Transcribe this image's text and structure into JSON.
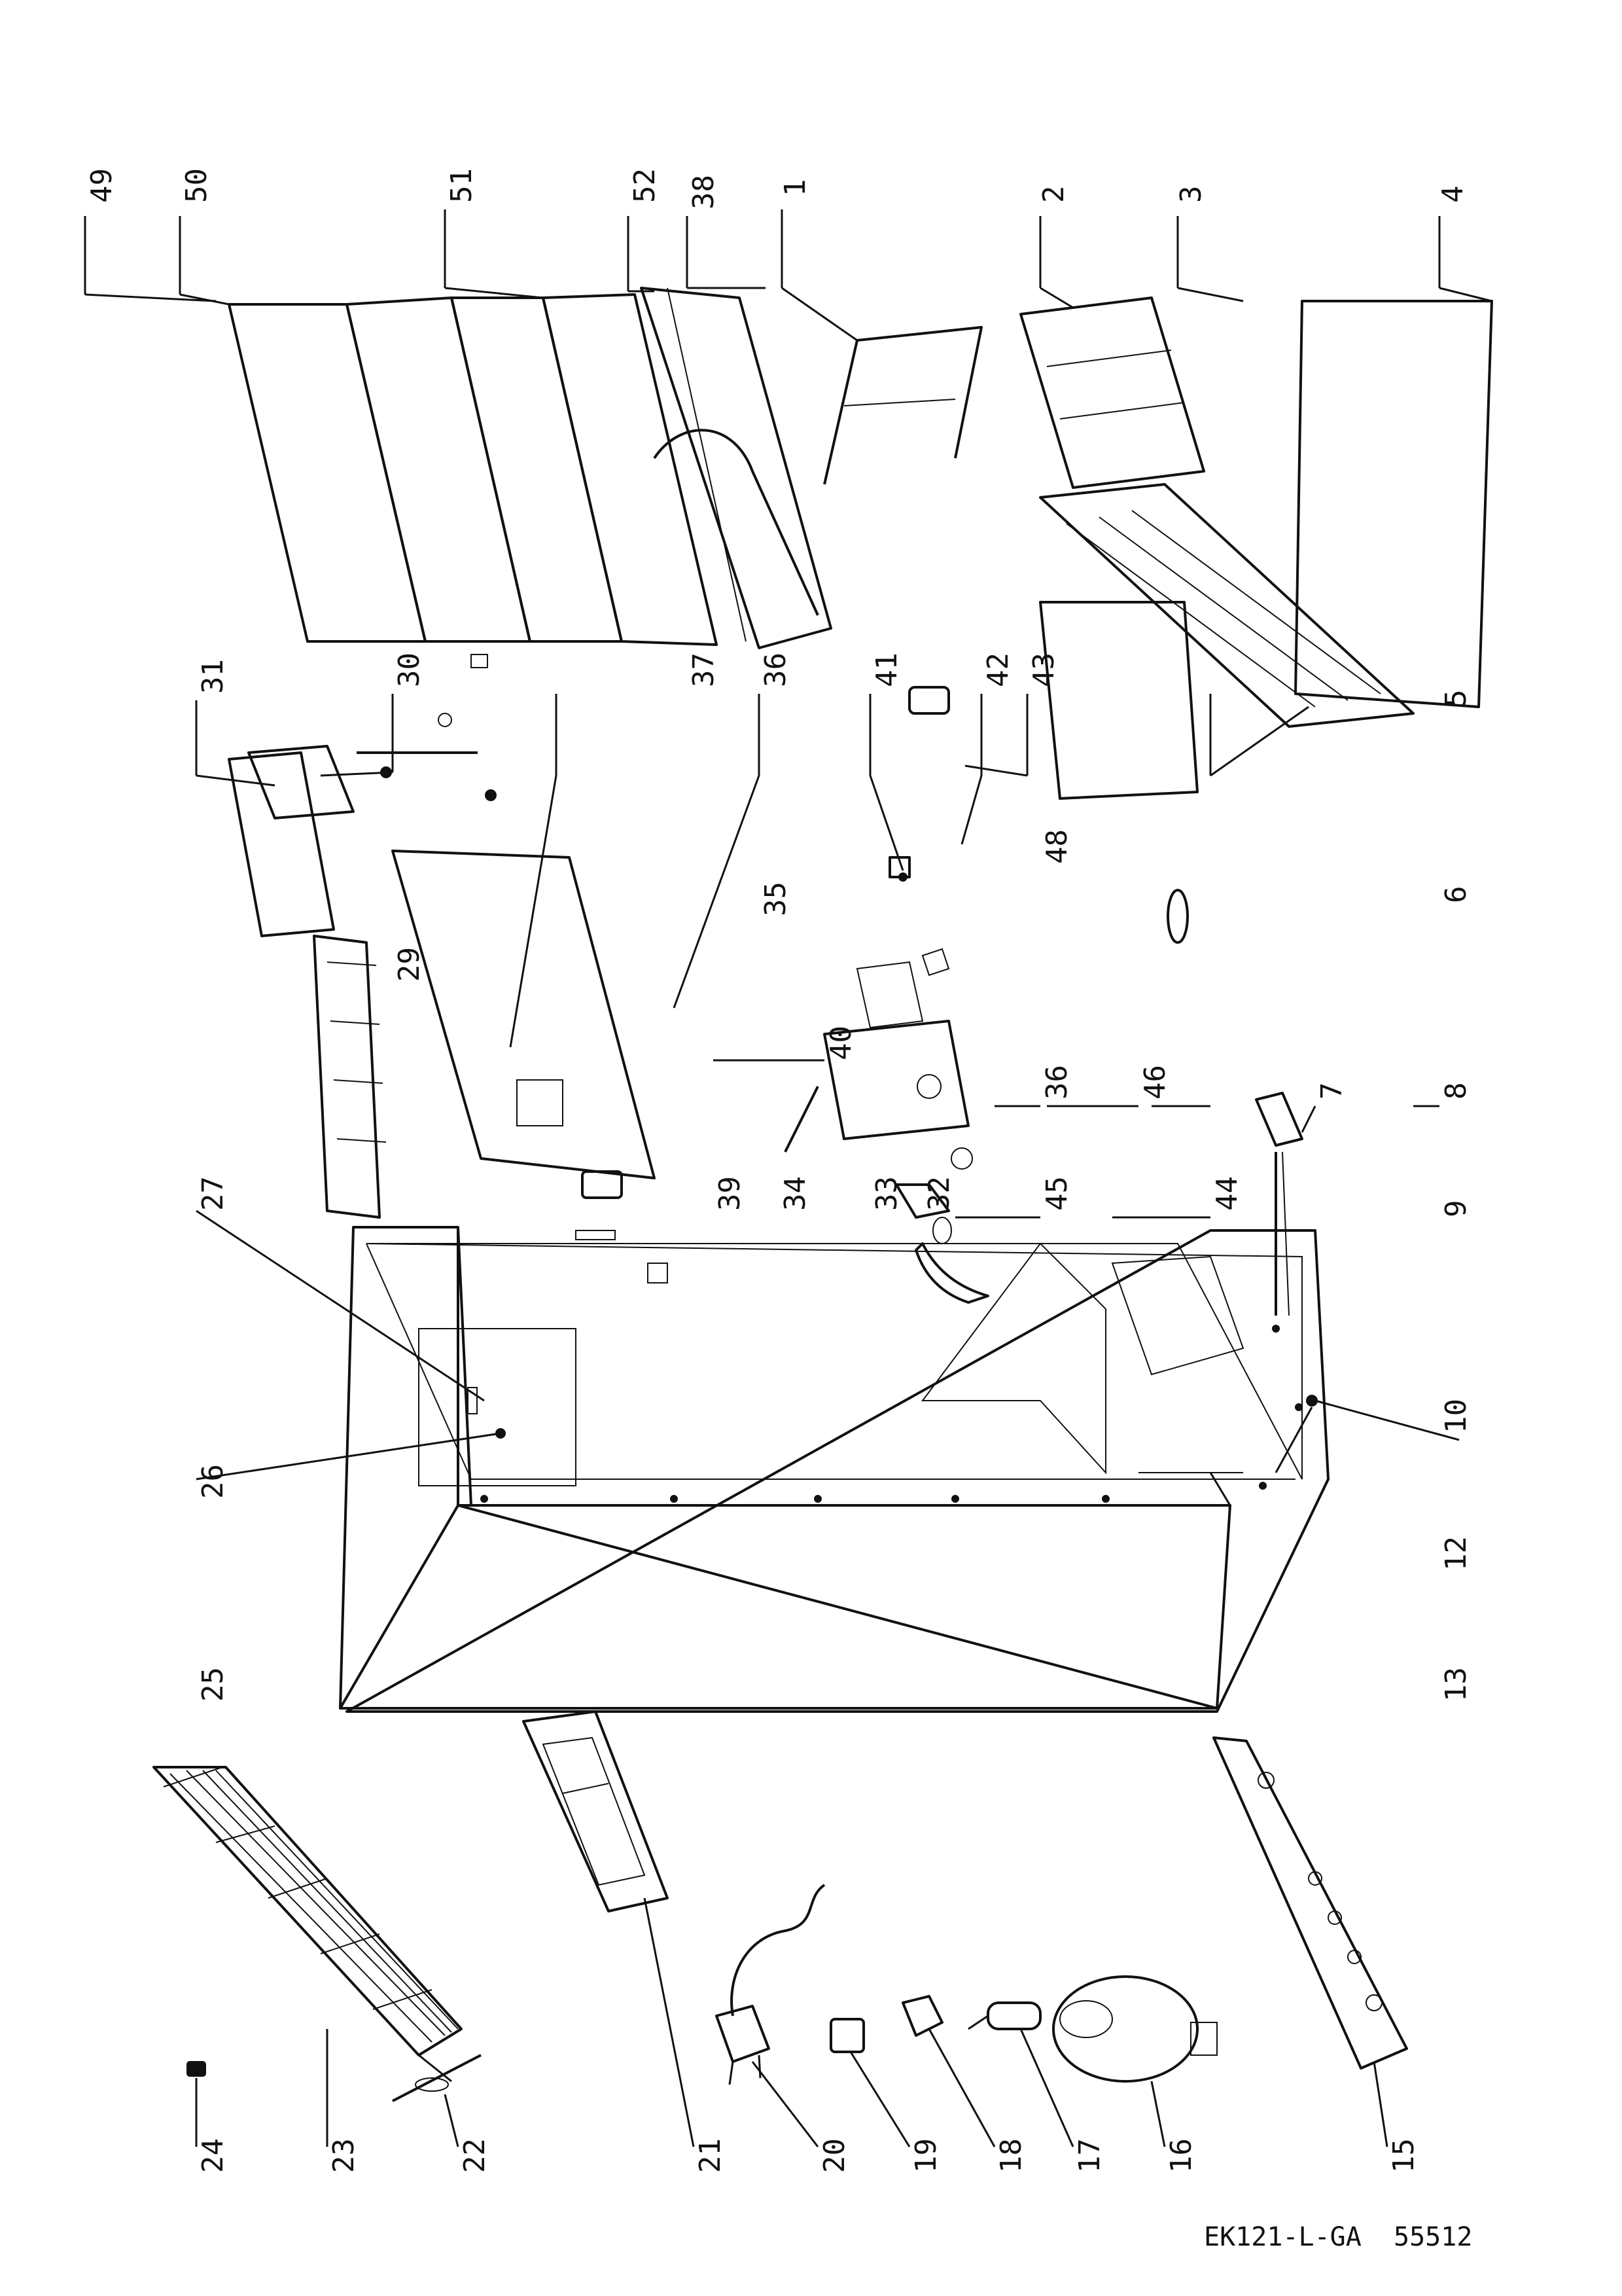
{
  "footer": {
    "model_code": "EK121-L-GA",
    "drawing_number": "55512"
  },
  "callouts": {
    "top_row": [
      "49",
      "50",
      "51",
      "52",
      "1",
      "2",
      "3",
      "4"
    ],
    "middle_upper_row": [
      "31",
      "30",
      "29",
      "35",
      "36",
      "37",
      "38",
      "43",
      "42",
      "41",
      "40",
      "39",
      "36",
      "48",
      "46",
      "45",
      "44",
      "34",
      "33",
      "32",
      "27",
      "5",
      "6",
      "7",
      "8",
      "9"
    ],
    "cabinet_row": [
      "26",
      "25",
      "12",
      "13",
      "10"
    ],
    "left_column": [
      "24",
      "23",
      "22",
      "21",
      "20",
      "19",
      "18",
      "17",
      "16",
      "15"
    ]
  }
}
